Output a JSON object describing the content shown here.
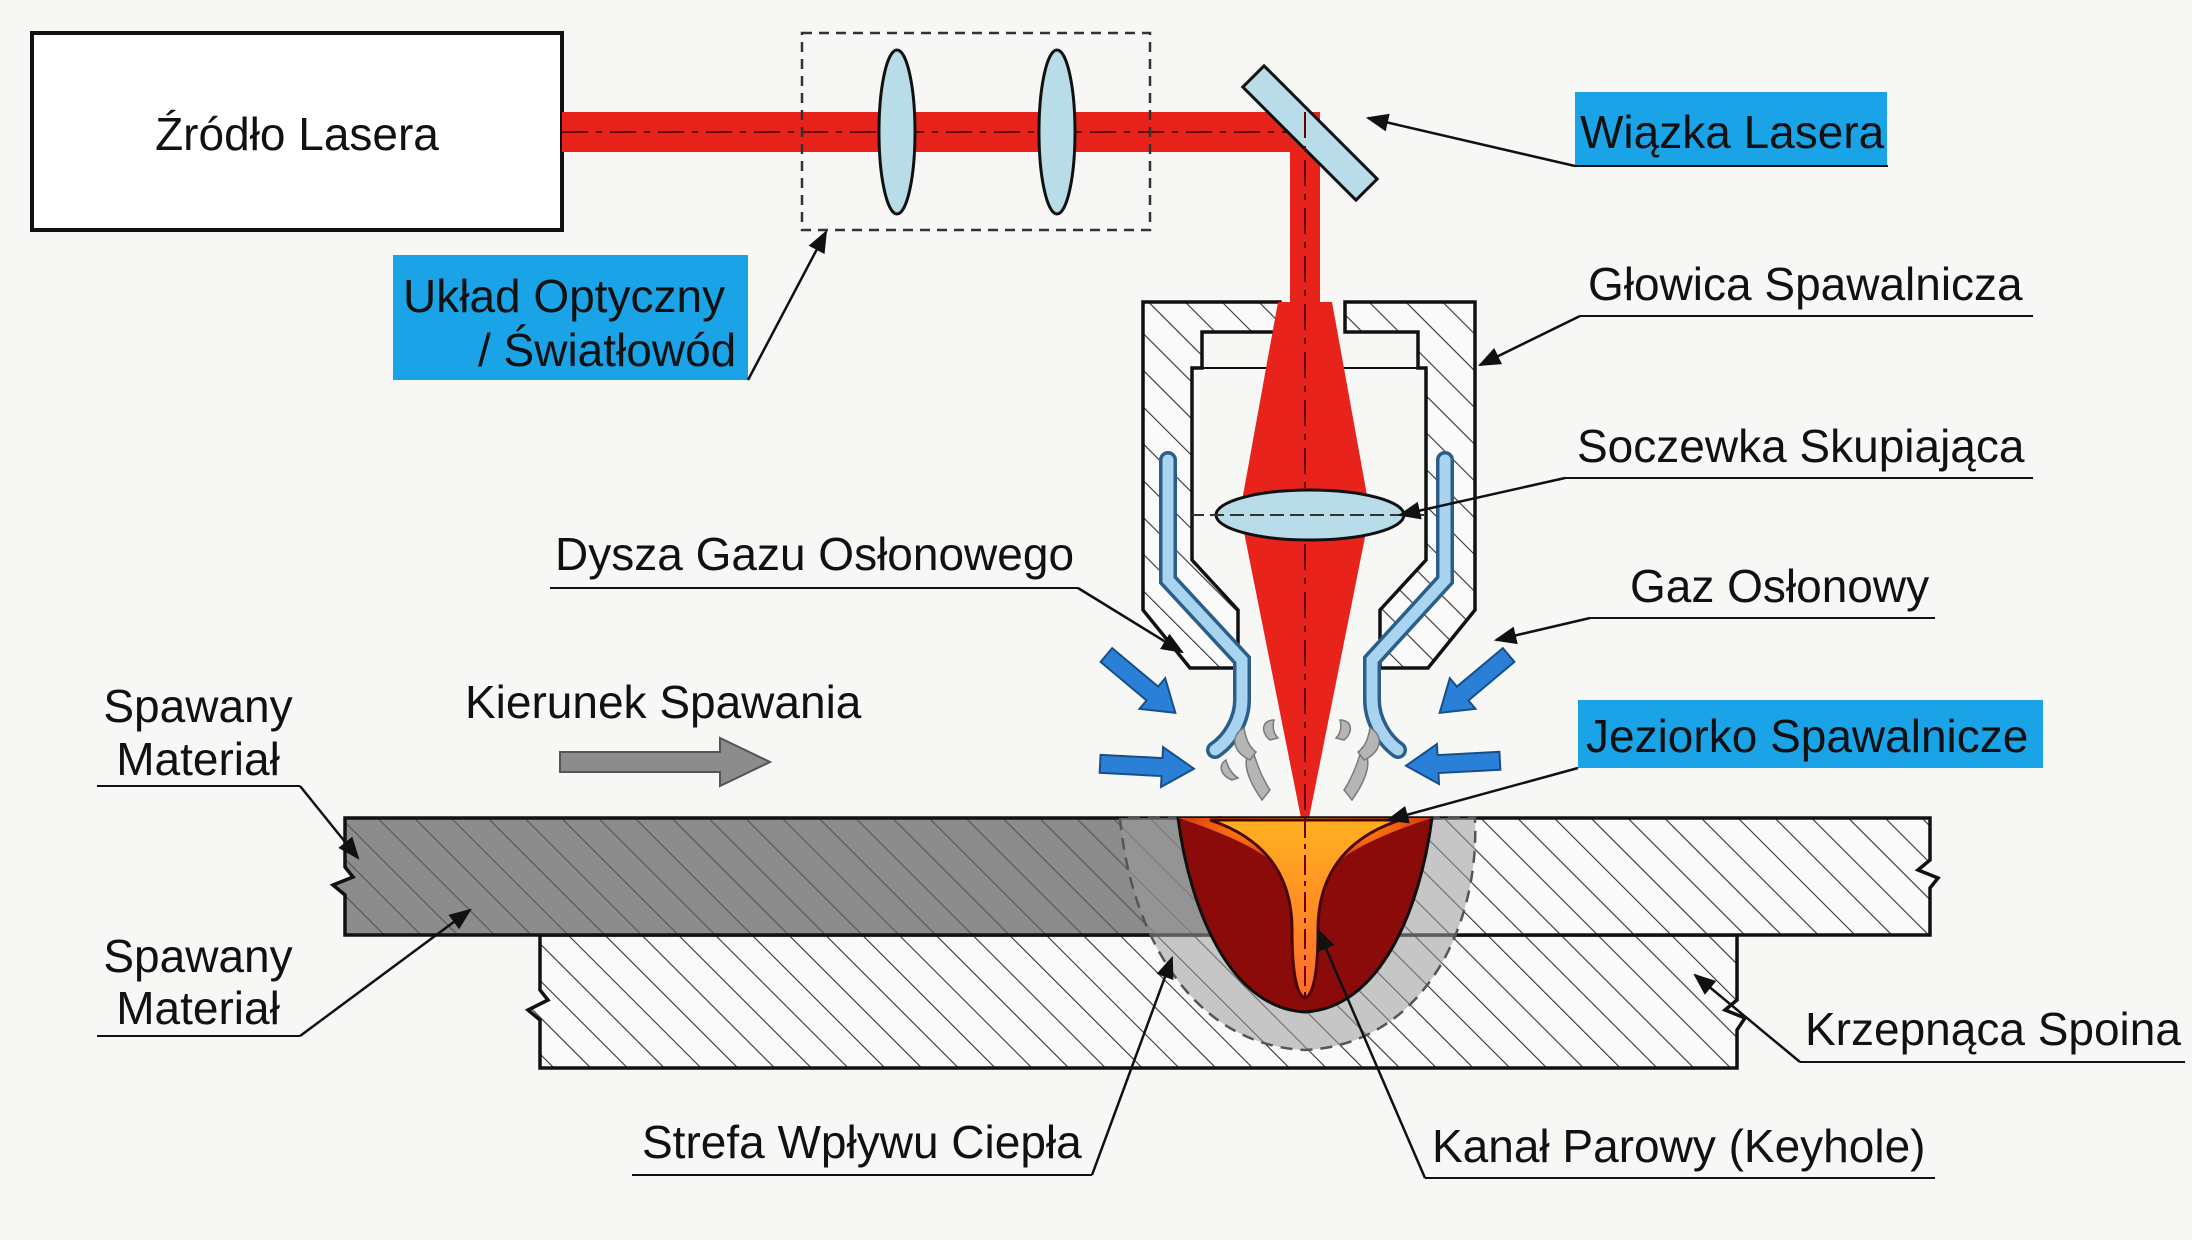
{
  "labels": {
    "laser_source": "Źródło Lasera",
    "laser_beam": "Wiązka Lasera",
    "optical_system_line1": "Układ Optyczny",
    "optical_system_line2": "/ Światłowód",
    "welding_head": "Głowica Spawalnicza",
    "focusing_lens": "Soczewka Skupiająca",
    "gas_nozzle": "Dysza Gazu Osłonowego",
    "shielding_gas": "Gaz Osłonowy",
    "welding_direction": "Kierunek Spawania",
    "material_top_line1": "Spawany",
    "material_top_line2": "Materiał",
    "weld_pool": "Jeziorko Spawalnicze",
    "material_bottom_line1": "Spawany",
    "material_bottom_line2": "Materiał",
    "solidifying_weld": "Krzepnąca Spoina",
    "heat_affected_zone": "Strefa Wpływu Ciepła",
    "keyhole": "Kanał Parowy (Keyhole)"
  },
  "colors": {
    "highlight": "#1aa3e6",
    "laser": "#e8231c",
    "lens": "#b8dce8",
    "gas_arrow": "#2a7fd6",
    "top_plate": "#8c8c8c",
    "pool_dark": "#8b0a0a",
    "pool_hot": "#ff7a10"
  }
}
